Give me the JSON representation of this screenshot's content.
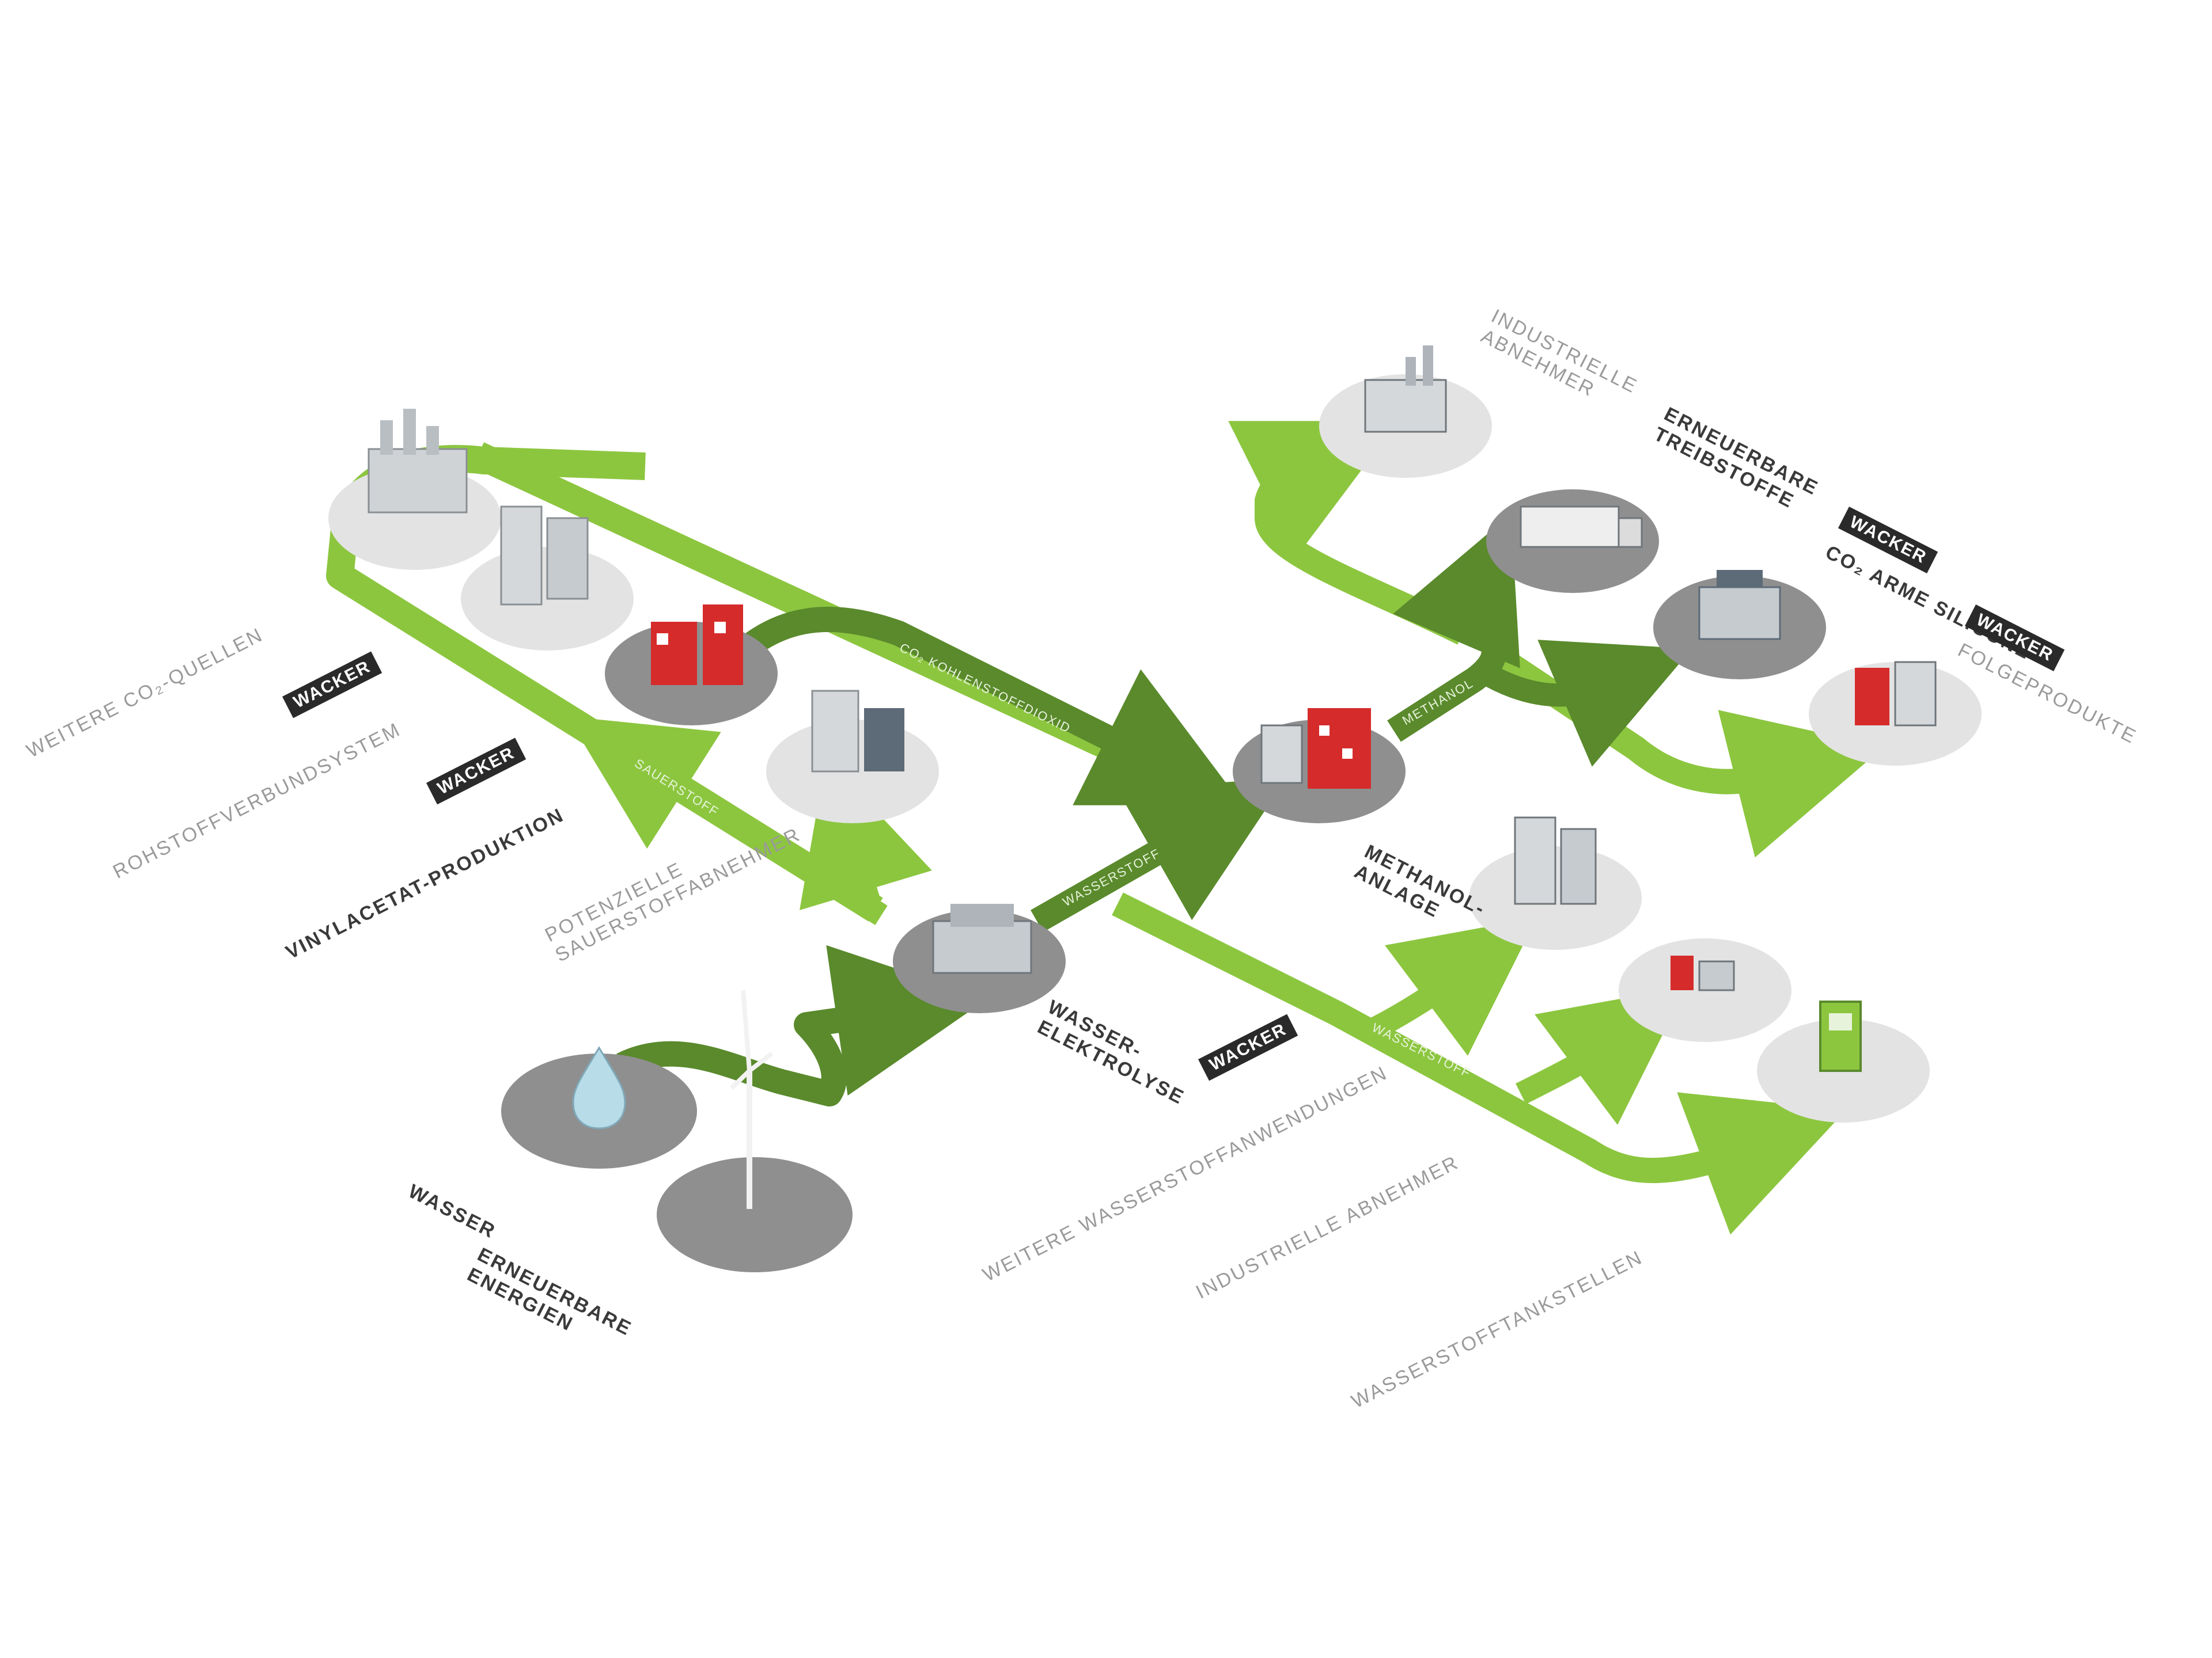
{
  "diagram": {
    "colors": {
      "light_green": "#8cc63f",
      "dark_green": "#5a8a2c",
      "disk_light": "#e3e3e3",
      "disk_dark": "#8f8f8f",
      "accent_red": "#d62b2b"
    },
    "brand_badge": "WACKER",
    "nodes": [
      {
        "id": "wasser",
        "label": "WASSER",
        "icon": "water-drop-icon"
      },
      {
        "id": "strom",
        "label": "ERNEUERBARE",
        "label2": "ENERGIEN",
        "icon": "wind-turbine-icon"
      },
      {
        "id": "elektrolyse",
        "label": "WASSER-",
        "label2": "ELEKTROLYSE",
        "icon": "electrolyzer-icon"
      },
      {
        "id": "methanol",
        "label": "METHANOL-",
        "label2": "ANLAGE",
        "icon": "methanol-plant-icon"
      },
      {
        "id": "industrie",
        "label": "INDUSTRIELLE",
        "label2": "ABNEHMER",
        "icon": "factory-icon"
      },
      {
        "id": "kraftstoffe",
        "label": "ERNEUERBARE",
        "label2": "TREIBSTOFFE",
        "icon": "truck-icon"
      },
      {
        "id": "silicone",
        "label": "CO₂ ARME SILICONE",
        "icon": "silicone-plant-icon",
        "badge": true
      },
      {
        "id": "chemie",
        "label": "FOLGEPRODUKTE",
        "icon": "chemical-plant-icon",
        "badge": true
      }
    ],
    "left_labels": [
      {
        "text": "WEITERE CO₂-QUELLEN",
        "style": "grey"
      },
      {
        "text": "ROHSTOFFVERBUNDSYSTEM",
        "style": "grey",
        "badge": true
      },
      {
        "text": "VINYLACETAT-PRODUKTION",
        "style": "dark",
        "badge": true
      },
      {
        "text": "POTENZIELLE",
        "text2": "SAUERSTOFFABNEHMER",
        "style": "grey"
      }
    ],
    "bottom_labels": [
      {
        "text": "WEITERE WASSERSTOFFANWENDUNGEN",
        "style": "grey",
        "badge": true
      },
      {
        "text": "INDUSTRIELLE ABNEHMER",
        "style": "grey"
      },
      {
        "text": "WASSERSTOFFTANKSTELLEN",
        "style": "grey"
      }
    ],
    "pipe_labels": {
      "co2": "CO₂ KOHLENSTOFFDIOXID",
      "o2": "SAUERSTOFF",
      "h2_a": "WASSERSTOFF",
      "h2_b": "WASSERSTOFF",
      "meoh": "METHANOL"
    }
  }
}
